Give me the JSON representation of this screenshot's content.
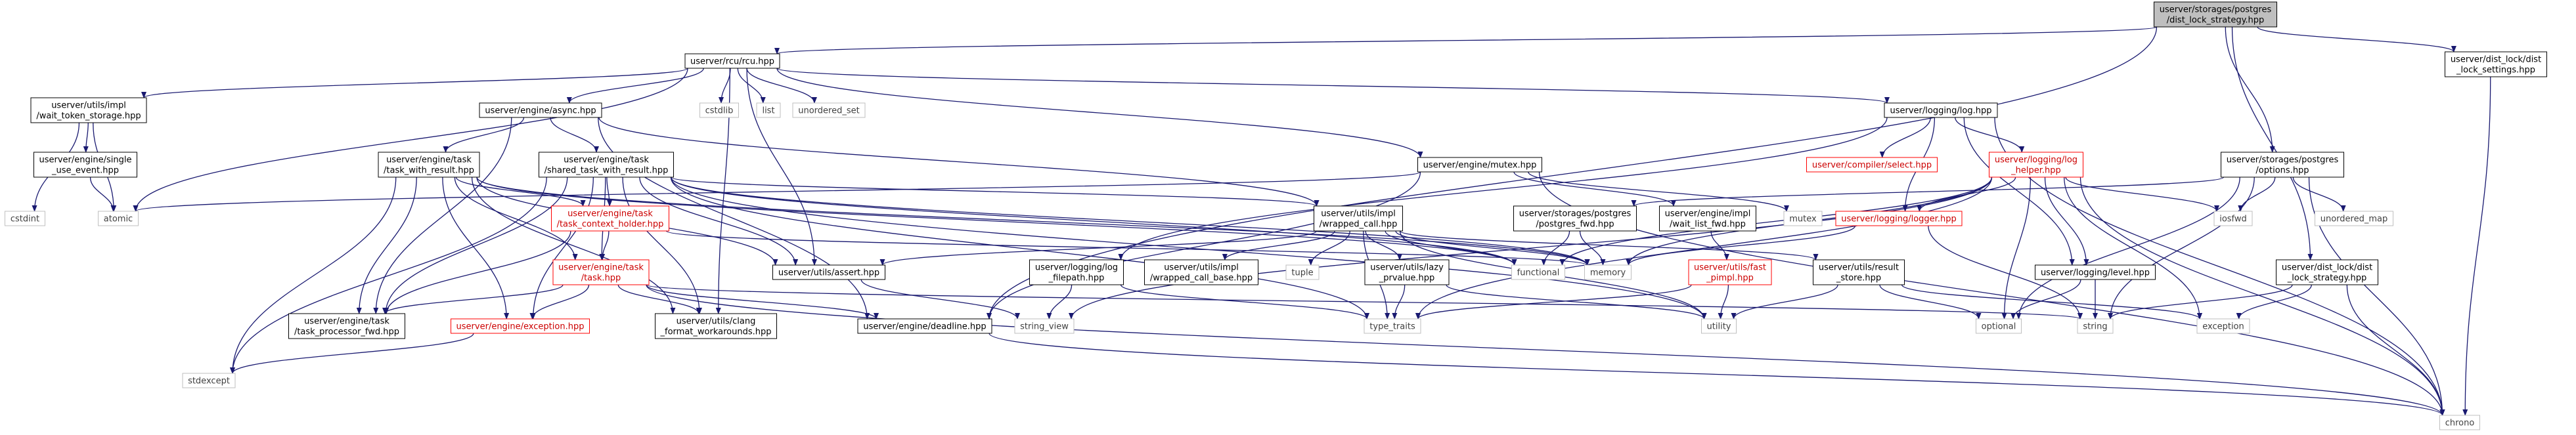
{
  "colors": {
    "edge": "#191970",
    "box_border": "#000000",
    "box_fill": "#ffffff",
    "root_fill": "#bfbfbf",
    "text": "#000000",
    "ext_border": "#bfbfbf",
    "ext_text": "#404040",
    "missing_border": "#ff0000",
    "missing_text": "#cc0000"
  },
  "nodes": [
    {
      "id": "root",
      "kind": "root",
      "lines": [
        "userver/storages/postgres",
        "/dist_lock_strategy.hpp"
      ]
    },
    {
      "id": "rcu",
      "kind": "normal",
      "lines": [
        "userver/rcu/rcu.hpp"
      ]
    },
    {
      "id": "dist_lock_settings",
      "kind": "normal",
      "lines": [
        "userver/dist_lock/dist",
        "_lock_settings.hpp"
      ]
    },
    {
      "id": "wait_token",
      "kind": "normal",
      "lines": [
        "userver/utils/impl",
        "/wait_token_storage.hpp"
      ]
    },
    {
      "id": "cstdlib",
      "kind": "ext",
      "lines": [
        "cstdlib"
      ]
    },
    {
      "id": "list",
      "kind": "ext",
      "lines": [
        "list"
      ]
    },
    {
      "id": "unordered_set",
      "kind": "ext",
      "lines": [
        "unordered_set"
      ]
    },
    {
      "id": "async",
      "kind": "normal",
      "lines": [
        "userver/engine/async.hpp"
      ]
    },
    {
      "id": "log",
      "kind": "normal",
      "lines": [
        "userver/logging/log.hpp"
      ]
    },
    {
      "id": "single_use_event",
      "kind": "normal",
      "lines": [
        "userver/engine/single",
        "_use_event.hpp"
      ]
    },
    {
      "id": "task_with_result",
      "kind": "normal",
      "lines": [
        "userver/engine/task",
        "/task_with_result.hpp"
      ]
    },
    {
      "id": "shared_task",
      "kind": "normal",
      "lines": [
        "userver/engine/task",
        "/shared_task_with_result.hpp"
      ]
    },
    {
      "id": "mutex_hpp",
      "kind": "normal",
      "lines": [
        "userver/engine/mutex.hpp"
      ]
    },
    {
      "id": "select",
      "kind": "missing",
      "lines": [
        "userver/compiler/select.hpp"
      ]
    },
    {
      "id": "log_helper",
      "kind": "missing",
      "lines": [
        "userver/logging/log",
        "_helper.hpp"
      ]
    },
    {
      "id": "pg_options",
      "kind": "normal",
      "lines": [
        "userver/storages/postgres",
        "/options.hpp"
      ]
    },
    {
      "id": "cstdint",
      "kind": "ext",
      "lines": [
        "cstdint"
      ]
    },
    {
      "id": "atomic",
      "kind": "ext",
      "lines": [
        "atomic"
      ]
    },
    {
      "id": "ctx_holder",
      "kind": "missing",
      "lines": [
        "userver/engine/task",
        "/task_context_holder.hpp"
      ]
    },
    {
      "id": "wrapped_call",
      "kind": "normal",
      "lines": [
        "userver/utils/impl",
        "/wrapped_call.hpp"
      ]
    },
    {
      "id": "mutex",
      "kind": "ext",
      "lines": [
        "mutex"
      ]
    },
    {
      "id": "postgres_fwd",
      "kind": "normal",
      "lines": [
        "userver/storages/postgres",
        "/postgres_fwd.hpp"
      ]
    },
    {
      "id": "wait_list_fwd",
      "kind": "normal",
      "lines": [
        "userver/engine/impl",
        "/wait_list_fwd.hpp"
      ]
    },
    {
      "id": "logger",
      "kind": "missing",
      "lines": [
        "userver/logging/logger.hpp"
      ]
    },
    {
      "id": "iosfwd",
      "kind": "ext",
      "lines": [
        "iosfwd"
      ]
    },
    {
      "id": "unordered_map",
      "kind": "ext",
      "lines": [
        "unordered_map"
      ]
    },
    {
      "id": "task_hpp",
      "kind": "missing",
      "lines": [
        "userver/engine/task",
        "/task.hpp"
      ]
    },
    {
      "id": "assert",
      "kind": "normal",
      "lines": [
        "userver/utils/assert.hpp"
      ]
    },
    {
      "id": "log_filepath",
      "kind": "normal",
      "lines": [
        "userver/logging/log",
        "_filepath.hpp"
      ]
    },
    {
      "id": "wrapped_call_base",
      "kind": "normal",
      "lines": [
        "userver/utils/impl",
        "/wrapped_call_base.hpp"
      ]
    },
    {
      "id": "tuple",
      "kind": "ext",
      "lines": [
        "tuple"
      ]
    },
    {
      "id": "lazy_prvalue",
      "kind": "normal",
      "lines": [
        "userver/utils/lazy",
        "_prvalue.hpp"
      ]
    },
    {
      "id": "functional",
      "kind": "ext",
      "lines": [
        "functional"
      ]
    },
    {
      "id": "memory",
      "kind": "ext",
      "lines": [
        "memory"
      ]
    },
    {
      "id": "result_store",
      "kind": "normal",
      "lines": [
        "userver/utils/result",
        "_store.hpp"
      ]
    },
    {
      "id": "fast_pimpl",
      "kind": "missing",
      "lines": [
        "userver/utils/fast",
        "_pimpl.hpp"
      ]
    },
    {
      "id": "level",
      "kind": "normal",
      "lines": [
        "userver/logging/level.hpp"
      ]
    },
    {
      "id": "dist_lock_strategy",
      "kind": "normal",
      "lines": [
        "userver/dist_lock/dist",
        "_lock_strategy.hpp"
      ]
    },
    {
      "id": "task_processor_fwd",
      "kind": "normal",
      "lines": [
        "userver/engine/task",
        "/task_processor_fwd.hpp"
      ]
    },
    {
      "id": "exception_hpp",
      "kind": "missing",
      "lines": [
        "userver/engine/exception.hpp"
      ]
    },
    {
      "id": "clang_format",
      "kind": "normal",
      "lines": [
        "userver/utils/clang",
        "_format_workarounds.hpp"
      ]
    },
    {
      "id": "deadline",
      "kind": "normal",
      "lines": [
        "userver/engine/deadline.hpp"
      ]
    },
    {
      "id": "string_view",
      "kind": "ext",
      "lines": [
        "string_view"
      ]
    },
    {
      "id": "type_traits",
      "kind": "ext",
      "lines": [
        "type_traits"
      ]
    },
    {
      "id": "utility",
      "kind": "ext",
      "lines": [
        "utility"
      ]
    },
    {
      "id": "optional",
      "kind": "ext",
      "lines": [
        "optional"
      ]
    },
    {
      "id": "string",
      "kind": "ext",
      "lines": [
        "string"
      ]
    },
    {
      "id": "exception",
      "kind": "ext",
      "lines": [
        "exception"
      ]
    },
    {
      "id": "stdexcept",
      "kind": "ext",
      "lines": [
        "stdexcept"
      ]
    },
    {
      "id": "chrono",
      "kind": "ext",
      "lines": [
        "chrono"
      ]
    }
  ],
  "edges": [
    [
      "root",
      "rcu"
    ],
    [
      "root",
      "dist_lock_settings"
    ],
    [
      "root",
      "pg_options"
    ],
    [
      "root",
      "dist_lock_strategy"
    ],
    [
      "root",
      "deadline"
    ],
    [
      "rcu",
      "wait_token"
    ],
    [
      "rcu",
      "cstdlib"
    ],
    [
      "rcu",
      "list"
    ],
    [
      "rcu",
      "unordered_set"
    ],
    [
      "rcu",
      "async"
    ],
    [
      "rcu",
      "log"
    ],
    [
      "rcu",
      "mutex_hpp"
    ],
    [
      "rcu",
      "atomic"
    ],
    [
      "rcu",
      "assert"
    ],
    [
      "rcu",
      "clang_format"
    ],
    [
      "dist_lock_settings",
      "chrono"
    ],
    [
      "wait_token",
      "single_use_event"
    ],
    [
      "wait_token",
      "cstdint"
    ],
    [
      "wait_token",
      "atomic"
    ],
    [
      "single_use_event",
      "atomic"
    ],
    [
      "async",
      "task_with_result"
    ],
    [
      "async",
      "shared_task"
    ],
    [
      "async",
      "wrapped_call"
    ],
    [
      "async",
      "task_processor_fwd"
    ],
    [
      "async",
      "deadline"
    ],
    [
      "log",
      "select"
    ],
    [
      "log",
      "log_helper"
    ],
    [
      "log",
      "logger"
    ],
    [
      "log",
      "level"
    ],
    [
      "log",
      "log_filepath"
    ],
    [
      "log",
      "chrono"
    ],
    [
      "task_with_result",
      "ctx_holder"
    ],
    [
      "task_with_result",
      "task_hpp"
    ],
    [
      "task_with_result",
      "task_processor_fwd"
    ],
    [
      "task_with_result",
      "exception_hpp"
    ],
    [
      "task_with_result",
      "clang_format"
    ],
    [
      "task_with_result",
      "assert"
    ],
    [
      "task_with_result",
      "stdexcept"
    ],
    [
      "task_with_result",
      "memory"
    ],
    [
      "task_with_result",
      "functional"
    ],
    [
      "shared_task",
      "ctx_holder"
    ],
    [
      "shared_task",
      "task_hpp"
    ],
    [
      "shared_task",
      "task_processor_fwd"
    ],
    [
      "shared_task",
      "exception_hpp"
    ],
    [
      "shared_task",
      "clang_format"
    ],
    [
      "shared_task",
      "assert"
    ],
    [
      "shared_task",
      "stdexcept"
    ],
    [
      "shared_task",
      "memory"
    ],
    [
      "shared_task",
      "functional"
    ],
    [
      "shared_task",
      "wrapped_call"
    ],
    [
      "shared_task",
      "type_traits"
    ],
    [
      "shared_task",
      "utility"
    ],
    [
      "mutex_hpp",
      "atomic"
    ],
    [
      "mutex_hpp",
      "mutex"
    ],
    [
      "mutex_hpp",
      "deadline"
    ],
    [
      "mutex_hpp",
      "wait_list_fwd"
    ],
    [
      "mutex_hpp",
      "chrono"
    ],
    [
      "log_helper",
      "logger"
    ],
    [
      "log_helper",
      "level"
    ],
    [
      "log_helper",
      "memory"
    ],
    [
      "log_helper",
      "string_view"
    ],
    [
      "log_helper",
      "type_traits"
    ],
    [
      "log_helper",
      "optional"
    ],
    [
      "log_helper",
      "iosfwd"
    ],
    [
      "log_helper",
      "exception"
    ],
    [
      "log_helper",
      "chrono"
    ],
    [
      "log_helper",
      "functional"
    ],
    [
      "pg_options",
      "postgres_fwd"
    ],
    [
      "pg_options",
      "iosfwd"
    ],
    [
      "pg_options",
      "unordered_map"
    ],
    [
      "pg_options",
      "optional"
    ],
    [
      "pg_options",
      "string"
    ],
    [
      "pg_options",
      "chrono"
    ],
    [
      "ctx_holder",
      "task_hpp"
    ],
    [
      "ctx_holder",
      "memory"
    ],
    [
      "ctx_holder",
      "task_processor_fwd"
    ],
    [
      "wrapped_call",
      "assert"
    ],
    [
      "wrapped_call",
      "wrapped_call_base"
    ],
    [
      "wrapped_call",
      "tuple"
    ],
    [
      "wrapped_call",
      "lazy_prvalue"
    ],
    [
      "wrapped_call",
      "functional"
    ],
    [
      "wrapped_call",
      "memory"
    ],
    [
      "wrapped_call",
      "result_store"
    ],
    [
      "wrapped_call",
      "type_traits"
    ],
    [
      "wrapped_call",
      "utility"
    ],
    [
      "postgres_fwd",
      "memory"
    ],
    [
      "postgres_fwd",
      "functional"
    ],
    [
      "wait_list_fwd",
      "fast_pimpl"
    ],
    [
      "logger",
      "memory"
    ],
    [
      "logger",
      "string"
    ],
    [
      "task_hpp",
      "task_processor_fwd"
    ],
    [
      "task_hpp",
      "exception_hpp"
    ],
    [
      "task_hpp",
      "deadline"
    ],
    [
      "task_hpp",
      "clang_format"
    ],
    [
      "task_hpp",
      "chrono"
    ],
    [
      "task_hpp",
      "string"
    ],
    [
      "assert",
      "string_view"
    ],
    [
      "log_filepath",
      "string_view"
    ],
    [
      "log_filepath",
      "type_traits"
    ],
    [
      "lazy_prvalue",
      "type_traits"
    ],
    [
      "lazy_prvalue",
      "utility"
    ],
    [
      "result_store",
      "exception"
    ],
    [
      "result_store",
      "optional"
    ],
    [
      "result_store",
      "utility"
    ],
    [
      "fast_pimpl",
      "type_traits"
    ],
    [
      "fast_pimpl",
      "utility"
    ],
    [
      "level",
      "string"
    ],
    [
      "level",
      "optional"
    ],
    [
      "dist_lock_strategy",
      "exception"
    ],
    [
      "dist_lock_strategy",
      "string"
    ],
    [
      "dist_lock_strategy",
      "chrono"
    ],
    [
      "exception_hpp",
      "stdexcept"
    ],
    [
      "deadline",
      "chrono"
    ]
  ]
}
